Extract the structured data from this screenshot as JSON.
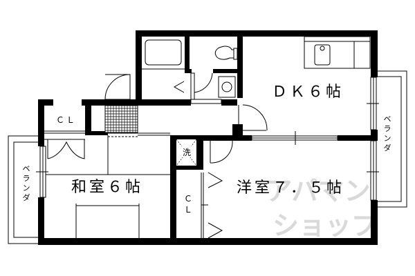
{
  "floor_plan": {
    "layout": "2DK",
    "rooms": [
      {
        "id": "dk",
        "label": "ＤＫ６帖",
        "type": "dining-kitchen",
        "size_jo": 6
      },
      {
        "id": "washitsu",
        "label": "和室６帖",
        "type": "japanese-room",
        "size_jo": 6
      },
      {
        "id": "yoshitsu",
        "label": "洋室７．５帖",
        "type": "western-room",
        "size_jo": 7.5
      },
      {
        "id": "cl_left",
        "label": "ＣＬ",
        "type": "closet"
      },
      {
        "id": "cl_center",
        "label": "Ｃ\nＬ",
        "label_top": "Ｃ",
        "label_bottom": "Ｌ",
        "type": "closet"
      },
      {
        "id": "washer",
        "label": "洗",
        "type": "washing-machine-space"
      },
      {
        "id": "bath",
        "label": "",
        "type": "bathroom"
      },
      {
        "id": "toilet",
        "label": "",
        "type": "toilet"
      },
      {
        "id": "washroom",
        "label": "",
        "type": "washroom"
      },
      {
        "id": "entrance",
        "label": "",
        "type": "genkan"
      }
    ],
    "balconies": [
      {
        "id": "balcony_left",
        "label": "ベランダ",
        "chars": [
          "ベ",
          "ラ",
          "ン",
          "ダ"
        ]
      },
      {
        "id": "balcony_right",
        "label": "ベランダ",
        "chars": [
          "ベ",
          "ラ",
          "ン",
          "ダ"
        ]
      }
    ],
    "watermark": {
      "line1": "アパマン",
      "line2": "ショップ"
    }
  }
}
